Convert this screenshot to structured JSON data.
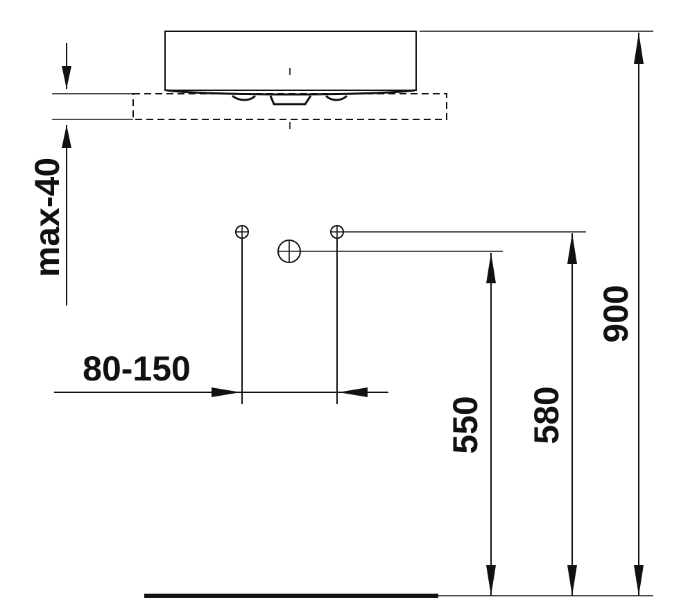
{
  "dimensions": {
    "counter_thickness": "max-40",
    "tap_spacing": "80-150",
    "drain_height": "550",
    "supply_height": "580",
    "basin_height": "900"
  },
  "colors": {
    "ink": "#111111",
    "background": "#ffffff"
  }
}
